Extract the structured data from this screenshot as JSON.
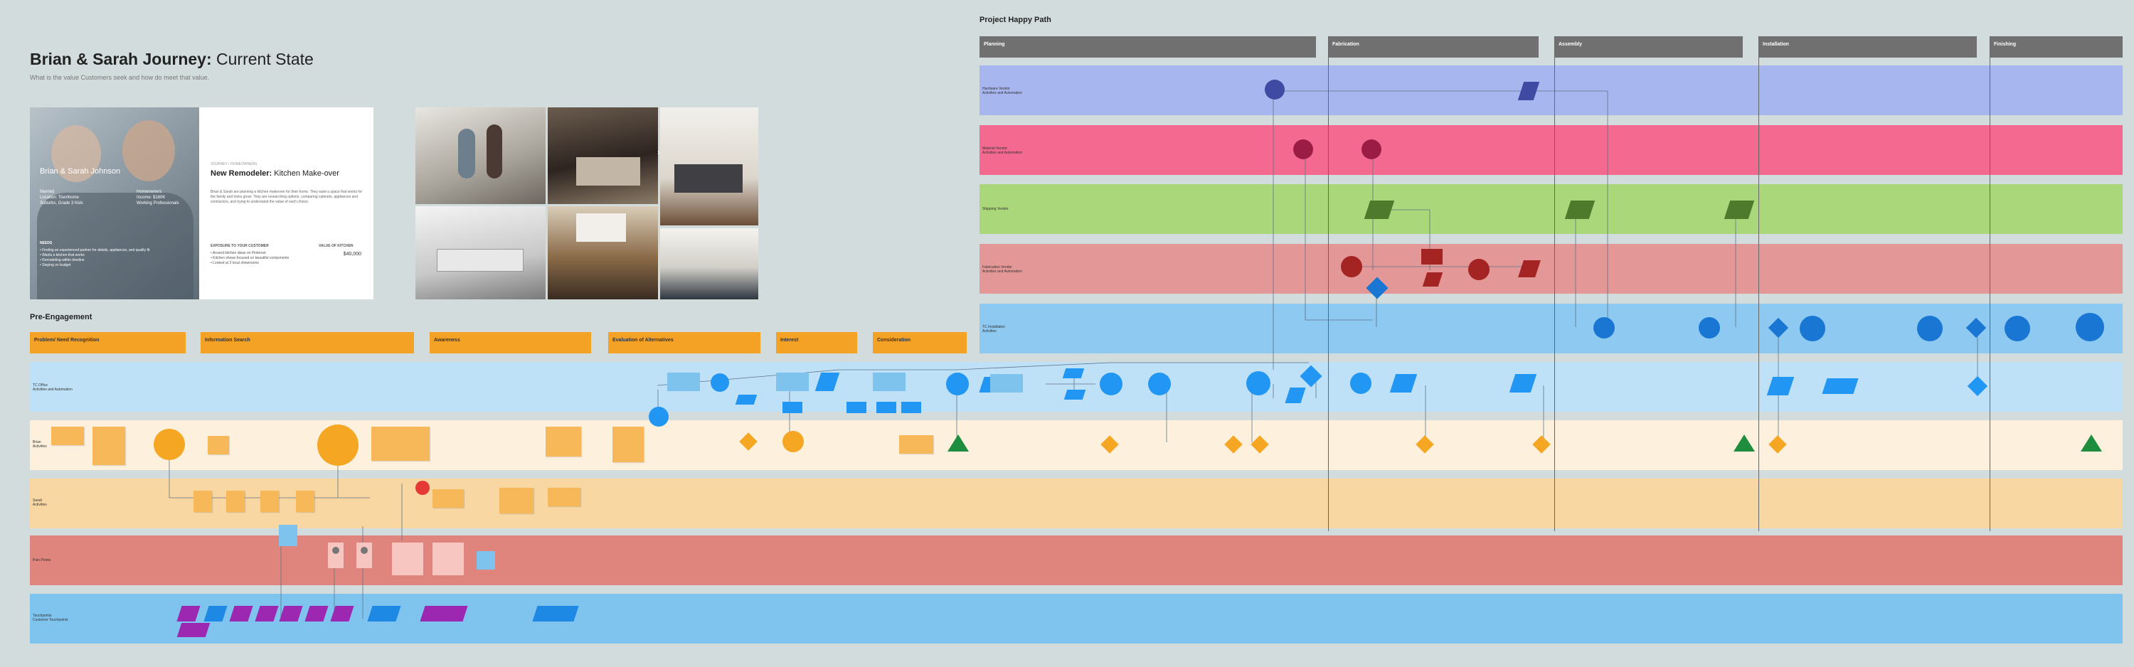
{
  "journey": {
    "title_bold": "Brian & Sarah Journey:",
    "title_rest": " Current State",
    "subtitle": "What is the value Customers seek and how do meet that value."
  },
  "persona": {
    "name": "Brian & Sarah Johnson",
    "facts_left": "Married\nLocation: Townhome\nSuburbs, Grade 3 Kids",
    "facts_right": "Homeowners\nIncome: $180K\nWorking Professionals",
    "needs_heading": "NEEDS",
    "needs": "• Finding an experienced partner for details, appliances, and quality fit\n• Wants a kitchen that works\n• Remodeling within timeline\n• Staying on budget",
    "tag": "JOURNEY / HOMEOWNERS",
    "heading_bold": "New Remodeler:",
    "heading_rest": " Kitchen Make-over",
    "description": "Brian & Sarah are planning a kitchen makeover for their home. They want a space that works for the family and looks great. They are researching options, comparing cabinets, appliances and contractors, and trying to understand the value of each choice.",
    "exposure_heading": "EXPOSURE TO YOUR CUSTOMER",
    "exposure": "• Around kitchen ideas on Pinterest\n• Kitchen shows focused on beautiful components\n• Looked at 3 local showrooms",
    "value_heading": "VALUE OF KITCHEN",
    "value": "$40,000"
  },
  "pre_engagement": {
    "heading": "Pre-Engagement",
    "stages": [
      "Problem/ Need Recognition",
      "Information Search",
      "Awareness",
      "Evaluation of Alternatives",
      "Interest",
      "Consideration"
    ]
  },
  "happy_path": {
    "heading": "Project Happy Path",
    "phases": [
      "Planning",
      "Fabrication",
      "Assembly",
      "Installation",
      "Finishing"
    ]
  },
  "lanes": {
    "hardware": "Hardware Vendor\nActivities and Automation",
    "material": "Material Vendor\nActivities and Automation",
    "shipping": "Shipping Vendor",
    "fabrication": "Fabrication Vendor\nActivities and Automation",
    "installation": "TC Installation\nActivities",
    "tc_office": "TC Office\nActivities and Automation",
    "brian": "Brian\nActivities",
    "sarah": "Sarah\nActivities",
    "pain": "Pain Points",
    "touchpoints": "Touchpoints\nCustomer Touchpoints"
  },
  "colors": {
    "background": "#d3dcdc",
    "stage": "#f4a226",
    "phase": "#707070",
    "hardware_lane": "#a8b6ef",
    "material_lane": "#f3698f",
    "shipping_lane": "#a9d77a",
    "fabrication_lane": "#e49797",
    "installation_lane": "#8dc9f1",
    "tc_office_lane": "#bfe1f7",
    "brian_lane": "#fdf0dc",
    "sarah_lane": "#f8d7a2",
    "pain_lane": "#e0857d",
    "touchpoint_lane": "#7ec4ef"
  }
}
